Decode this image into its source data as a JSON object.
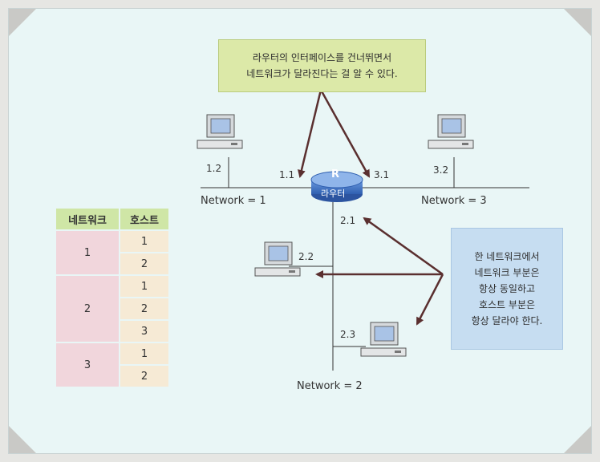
{
  "callout_top": [
    "라우터의 인터페이스를 건너뛰면서",
    "네트워크가 달라진다는 걸 알 수 있다."
  ],
  "callout_right": [
    "한 네트워크에서",
    "네트워크 부분은",
    "항상 동일하고",
    "호스트 부분은",
    "항상 달라야 한다."
  ],
  "router": {
    "badge": "R",
    "label": "라우터"
  },
  "addresses": {
    "pc_1_2": "1.2",
    "pc_3_2": "3.2",
    "pc_2_2": "2.2",
    "pc_2_3": "2.3",
    "router_1_1": "1.1",
    "router_3_1": "3.1",
    "router_2_1": "2.1"
  },
  "networks": {
    "net1": "Network = 1",
    "net3": "Network = 3",
    "net2": "Network = 2"
  },
  "table": {
    "headers": [
      "네트워크",
      "호스트"
    ],
    "groups": [
      {
        "network": "1",
        "hosts": [
          "1",
          "2"
        ]
      },
      {
        "network": "2",
        "hosts": [
          "1",
          "2",
          "3"
        ]
      },
      {
        "network": "3",
        "hosts": [
          "1",
          "2"
        ]
      }
    ]
  },
  "colors": {
    "callout_top_bg": "#dce9a8",
    "callout_right_bg": "#c6ddf1",
    "router_blue": "#3f76c8",
    "arrow": "#5a2f2f"
  }
}
